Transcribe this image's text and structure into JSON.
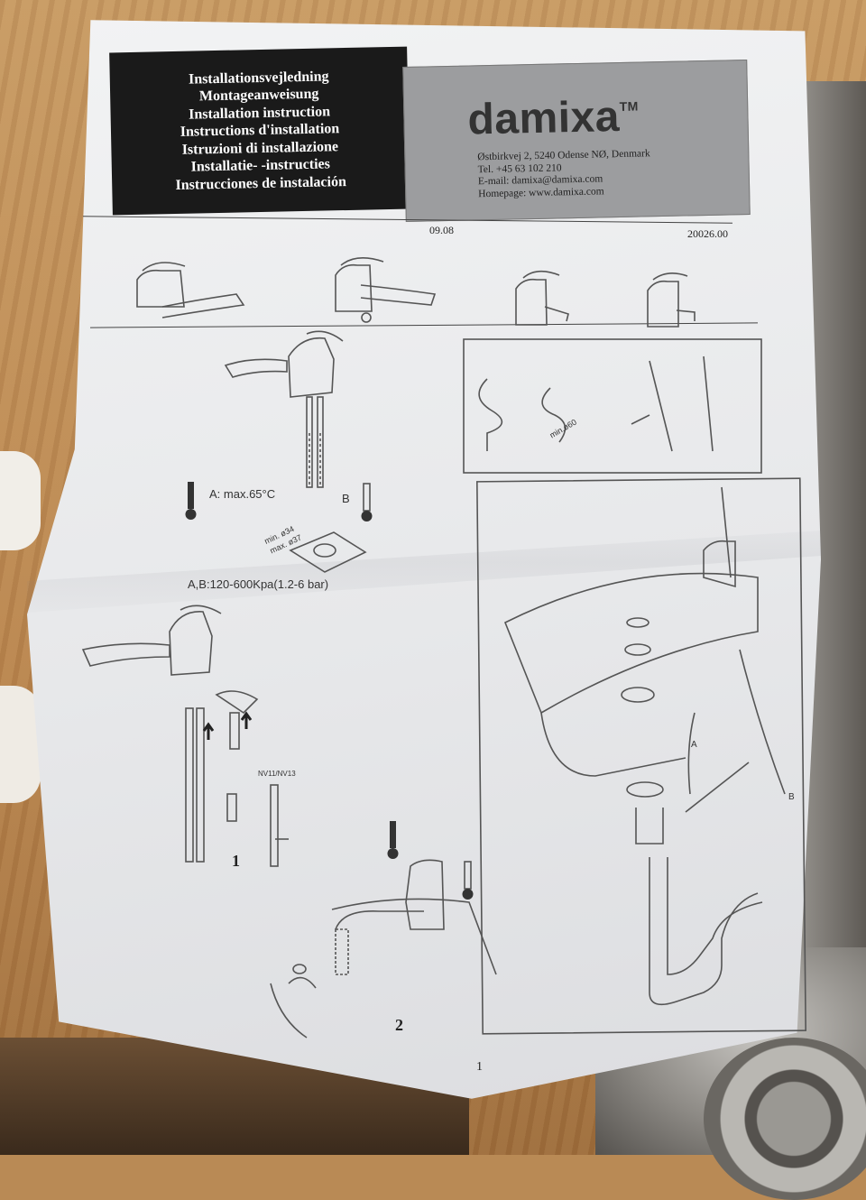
{
  "header": {
    "titles": [
      "Installationsvejledning",
      "Montageanweisung",
      "Installation instruction",
      "Instructions d'installation",
      "Istruzioni di installazione",
      "Installatie- -instructies",
      "Instrucciones de instalación"
    ],
    "brand": "damixa",
    "trademark": "TM",
    "address_lines": [
      "Østbirkvej 2, 5240 Odense NØ, Denmark",
      "Tel. +45 63 102 210",
      "E-mail: damixa@damixa.com",
      "Homepage: www.damixa.com"
    ]
  },
  "meta": {
    "date": "09.08",
    "code": "20026.00"
  },
  "labels": {
    "a_temp": "A: max.65°C",
    "b": "B",
    "min_dia": "min. ø34",
    "max_dia": "max. ø37",
    "min_bend": "min.ø60",
    "pressure": "A,B:120-600Kpa(1.2-6 bar)",
    "tool": "NV11/NV13",
    "hose_a": "A",
    "hose_b": "B",
    "step1": "1",
    "step2": "2",
    "page_number": "1"
  },
  "colors": {
    "paper": "#ececee",
    "header_black": "#1a1a1a",
    "header_grey": "#9c9d9f",
    "ink": "#333333"
  }
}
